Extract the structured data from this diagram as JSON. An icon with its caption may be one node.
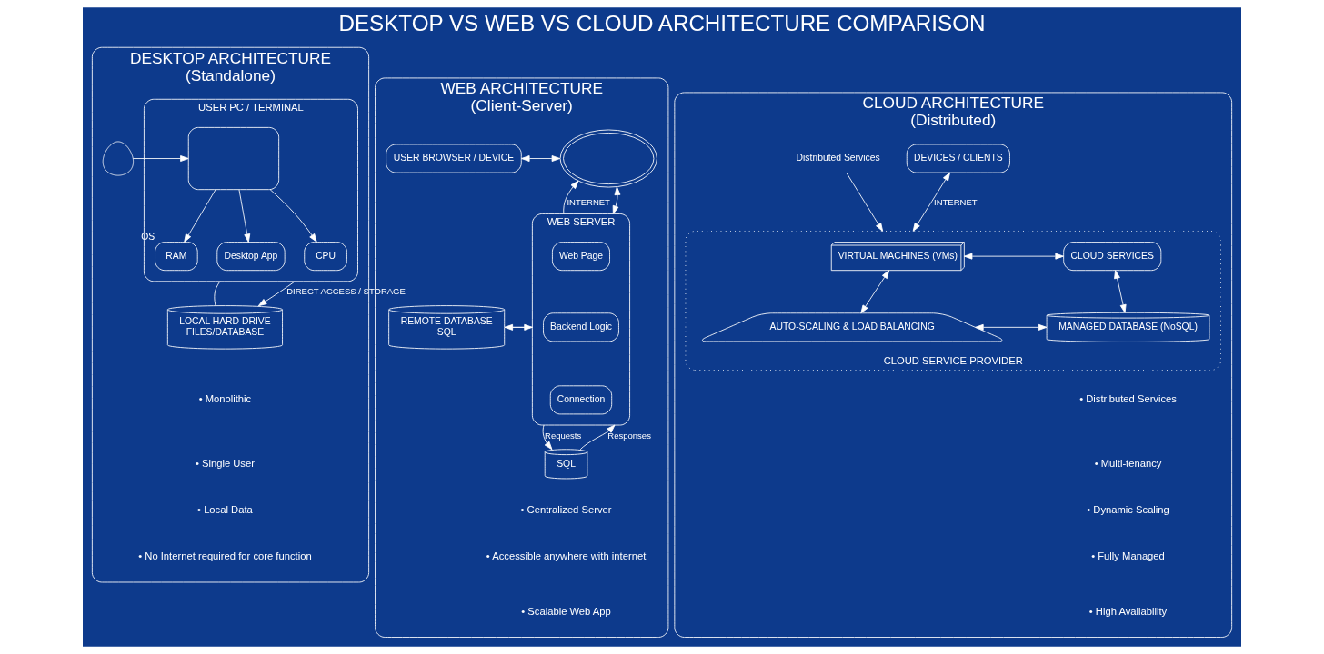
{
  "diagram": {
    "title": "DESKTOP VS WEB VS CLOUD ARCHITECTURE COMPARISON",
    "nodes": [
      {
        "text": [
          "DESKTOP ARCHITECTURE",
          "(Standalone)"
        ]
      },
      {
        "text": [],
        "shape": "person",
        "in": 0
      },
      {
        "text": [
          "USER PC / TERMINAL"
        ],
        "in": 0
      },
      {
        "text": [],
        "shape": "monitor",
        "in": 2
      },
      {
        "text": [
          "CPU"
        ],
        "in": 2
      },
      {
        "text": [
          "RAM"
        ],
        "beside": [
          "OS"
        ],
        "in": 2
      },
      {
        "text": [
          "Desktop App"
        ],
        "in": 2
      },
      {
        "text": [
          "LOCAL HARD DRIVE",
          "FILES/DATABASE"
        ],
        "in": 0
      },
      {
        "text": [
          "WEB ARCHITECTURE",
          "(Client-Server)"
        ]
      },
      {
        "text": [
          "USER BROWSER / DEVICE"
        ],
        "in": 8
      },
      {
        "text": [],
        "shape": "cloud",
        "in": 8
      },
      {
        "text": [
          "WEB SERVER"
        ],
        "in": 8
      },
      {
        "text": [
          "Web Page"
        ],
        "in": 11
      },
      {
        "text": [
          "Backend Logic"
        ],
        "in": 11
      },
      {
        "text": [
          "Connection"
        ],
        "in": 11
      },
      {
        "text": [
          "REMOTE DATABASE",
          "SQL"
        ],
        "in": 8
      },
      {
        "text": [
          "SQL"
        ],
        "in": 8
      },
      {
        "text": [
          "CLOUD ARCHITECTURE",
          "(Distributed)"
        ]
      },
      {
        "text": [
          "DEVICES / CLIENTS"
        ],
        "in": 17
      },
      {
        "text": [
          "CLOUD SERVICE PROVIDER"
        ],
        "in": 17
      },
      {
        "text": [
          "VIRTUAL MACHINES (VMs)"
        ],
        "in": 19
      },
      {
        "text": [
          "CLOUD SERVICES"
        ],
        "in": 19
      },
      {
        "text": [
          "MANAGED DATABASE (NoSQL)"
        ],
        "in": 19
      },
      {
        "text": [
          "AUTO-SCALING & LOAD BALANCING"
        ],
        "in": 19
      },
      {
        "text": [
          "Distributed Services"
        ],
        "in": 17
      }
    ],
    "edges": [
      {
        "from": 1,
        "to": 3,
        "arrow": "to"
      },
      {
        "from": 3,
        "to": 4,
        "arrow": "to"
      },
      {
        "from": 3,
        "to": 5,
        "arrow": "to"
      },
      {
        "from": 3,
        "to": 6,
        "arrow": "to"
      },
      {
        "from": 2,
        "to": 7,
        "arrow": "to",
        "label": "DIRECT ACCESS / STORAGE"
      },
      {
        "from": 2,
        "to": 7,
        "arrow": "none"
      },
      {
        "from": 9,
        "to": 10,
        "arrow": "both"
      },
      {
        "from": 10,
        "to": 11,
        "arrow": "both"
      },
      {
        "from": 11,
        "to": 10,
        "arrow": "to",
        "label": "INTERNET"
      },
      {
        "from": 11,
        "to": 15,
        "arrow": "to"
      },
      {
        "from": 15,
        "to": 11,
        "arrow": "to"
      },
      {
        "from": 11,
        "to": 16,
        "arrow": "to",
        "label": "Requests"
      },
      {
        "from": 16,
        "to": 11,
        "arrow": "to",
        "label": "Responses"
      },
      {
        "from": 18,
        "to": 19,
        "arrow": "both",
        "label": "INTERNET"
      },
      {
        "from": 20,
        "to": 21,
        "arrow": "both"
      },
      {
        "from": 20,
        "to": 23,
        "arrow": "both"
      },
      {
        "from": 21,
        "to": 22,
        "arrow": "both"
      },
      {
        "from": 22,
        "to": 23,
        "arrow": "both"
      },
      {
        "from": 24,
        "to": 19,
        "arrow": "to"
      }
    ],
    "labels": [
      "• Monolithic",
      "• Single User",
      "• Local Data",
      "• No Internet required for core function",
      "• Centralized Server",
      "• Accessible anywhere with internet",
      "• Scalable Web App",
      "• Distributed Services",
      "• Multi-tenancy",
      "• Dynamic Scaling",
      "• Fully Managed",
      "• High Availability"
    ]
  }
}
